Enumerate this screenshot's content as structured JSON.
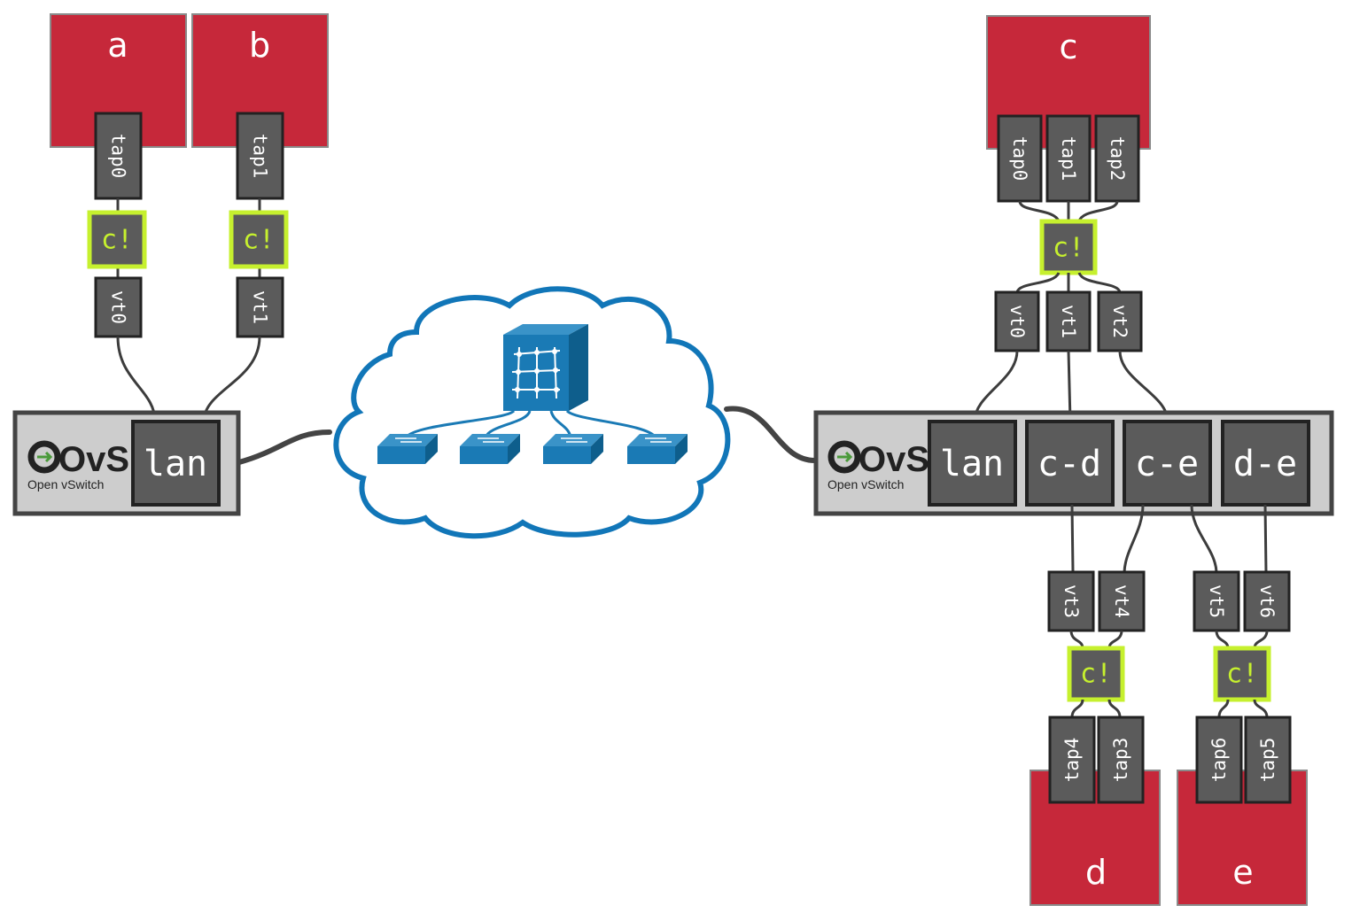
{
  "colors": {
    "vm": "#c6283a",
    "port": "#5b5b5b",
    "port_border": "#222222",
    "container_highlight": "#c6f02e",
    "ovs_panel": "#cdcdcd",
    "cloud": "#1176b8",
    "cloud_device": "#1a6fa8"
  },
  "icons": [
    "openvswitch-logo",
    "cloud-icon",
    "fabric-switch-icon",
    "workgroup-switch-icon"
  ],
  "left": {
    "vms": [
      {
        "label": "a",
        "tap": "tap0",
        "container": "c!",
        "vt": "vt0"
      },
      {
        "label": "b",
        "tap": "tap1",
        "container": "c!",
        "vt": "vt1"
      }
    ],
    "ovs": {
      "logo_text": "OvS",
      "logo_subtitle": "Open vSwitch",
      "ports": [
        "lan"
      ]
    }
  },
  "right": {
    "vm_c": {
      "label": "c",
      "taps": [
        "tap0",
        "tap1",
        "tap2"
      ],
      "container": "c!",
      "vts": [
        "vt0",
        "vt1",
        "vt2"
      ]
    },
    "ovs": {
      "logo_text": "OvS",
      "logo_subtitle": "Open vSwitch",
      "ports": [
        "lan",
        "c-d",
        "c-e",
        "d-e"
      ]
    },
    "vm_d": {
      "label": "d",
      "vts": [
        "vt3",
        "vt4"
      ],
      "container": "c!",
      "taps": [
        "tap4",
        "tap3"
      ]
    },
    "vm_e": {
      "label": "e",
      "vts": [
        "vt5",
        "vt6"
      ],
      "container": "c!",
      "taps": [
        "tap6",
        "tap5"
      ]
    }
  }
}
